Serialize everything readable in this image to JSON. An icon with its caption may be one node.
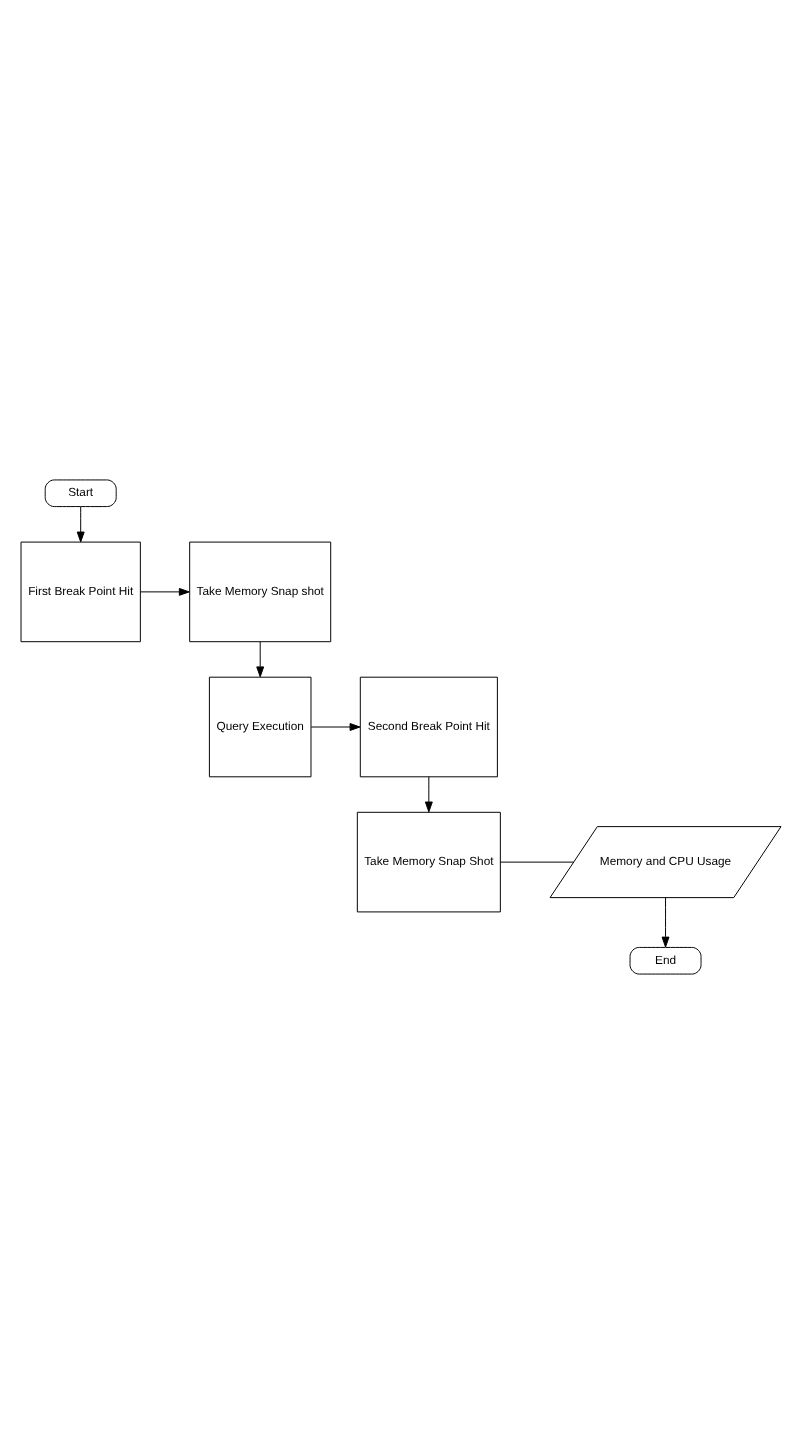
{
  "diagram": {
    "nodes": [
      {
        "text": [
          "Start"
        ]
      },
      {
        "text": [
          "First Break Point Hit"
        ]
      },
      {
        "text": [
          "Take Memory Snap shot"
        ]
      },
      {
        "text": [
          "Query Execution"
        ]
      },
      {
        "text": [
          "Second Break Point Hit"
        ]
      },
      {
        "text": [
          "Take Memory Snap Shot"
        ]
      },
      {
        "text": [
          "Memory and CPU Usage"
        ]
      },
      {
        "text": [
          "End"
        ]
      }
    ],
    "edges": [
      {
        "from": 0,
        "to": 1,
        "arrow": "to"
      },
      {
        "from": 1,
        "to": 2,
        "arrow": "to"
      },
      {
        "from": 2,
        "to": 3,
        "arrow": "to"
      },
      {
        "from": 3,
        "to": 4,
        "arrow": "to"
      },
      {
        "from": 4,
        "to": 5,
        "arrow": "to"
      },
      {
        "from": 5,
        "to": 6,
        "arrow": "none"
      },
      {
        "from": 6,
        "to": 7,
        "arrow": "to"
      }
    ]
  }
}
